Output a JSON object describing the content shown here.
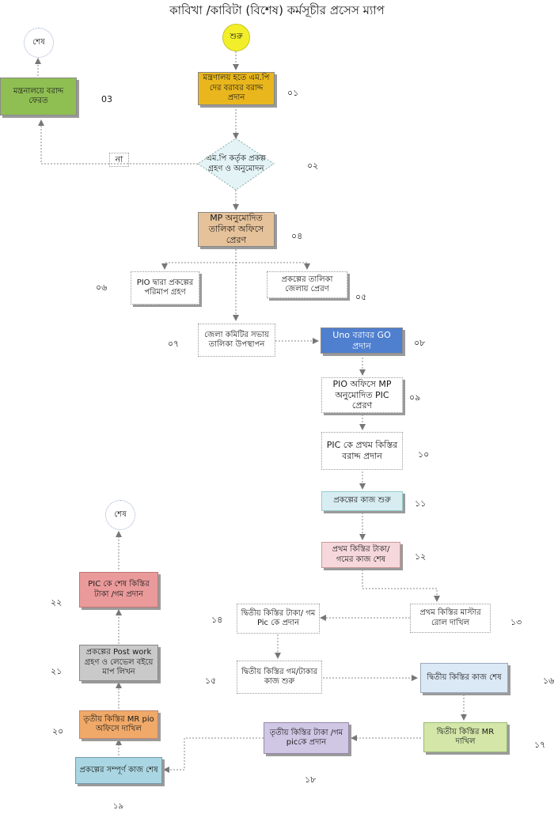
{
  "title": "কাবিখা /কাবিটা (বিশেষ) কর্মসূচীর প্রসেস ম্যাপ",
  "start_label": "শুরু",
  "end_label_top": "শেষ",
  "end_label_bottom": "শেষ",
  "no_label": "না",
  "steps": {
    "s01": {
      "text": "মন্ত্রণালয় হতে এম.পি দের বরাবর বরাদ্দ প্রদান",
      "num": "০১"
    },
    "s02": {
      "text": "এম.পি কর্তৃক প্রকল্প গ্রহণ ও অনুমোদন",
      "num": "০২"
    },
    "s03": {
      "text": "মন্ত্রনালয়ে বরাদ্দ ফেরত",
      "num": "03"
    },
    "s04": {
      "text": "MP অনুমোদিত তালিকা অফিসে প্রেরণ",
      "num": "০৪"
    },
    "s05": {
      "text": "প্রকল্পের তালিকা জেলায় প্রেরণ",
      "num": "০৫"
    },
    "s06": {
      "text": "PIO দ্বারা প্রকল্পের পরিমাপ গ্রহণ",
      "num": "০৬"
    },
    "s07": {
      "text": "জেলা কমিটির সভায় তালিকা উপস্থাপন",
      "num": "০৭"
    },
    "s08": {
      "text": "Uno বরাবর GO প্রদান",
      "num": "০৮"
    },
    "s09": {
      "text": "PIO অফিসে MP অনুমোদিত PIC প্রেরণ",
      "num": "০৯"
    },
    "s10": {
      "text": "PIC কে প্রথম কিস্তির বরাদ্দ প্রদান",
      "num": "১০"
    },
    "s11": {
      "text": "প্রকল্পের কাজ শুরু",
      "num": "১১"
    },
    "s12": {
      "text": "প্রথম কিস্তির টাকা/ গমের কাজ শেষ",
      "num": "১২"
    },
    "s13": {
      "text": "প্রথম কিস্তির মাস্টার রোল দাখিল",
      "num": "১৩"
    },
    "s14": {
      "text": "দ্বিতীয় কিস্তির টাকা/ গম Pic কে প্রদান",
      "num": "১৪"
    },
    "s15": {
      "text": "দ্বিতীয় কিস্তির গম/টাকার কাজ শুরু",
      "num": "১৫"
    },
    "s16": {
      "text": "দ্বিতীয় কিস্তির কাজ শেষ",
      "num": "১৬"
    },
    "s17": {
      "text": "দ্বিতীয় কিস্তির MR দাখিল",
      "num": "১৭"
    },
    "s18": {
      "text": "তৃতীয় কিস্তির টাকা /গম picকে প্রদান",
      "num": "১৮"
    },
    "s19": {
      "text": "প্রকল্পের সম্পূর্ণ কাজ শেষ",
      "num": "১৯"
    },
    "s20": {
      "text": "তৃতীয় কিস্তির MR pio অফিসে দাখিল",
      "num": "২০"
    },
    "s21": {
      "text": "প্রকল্পের Post work গ্রহণ ও লেভেল বইয়ে মাপ লিখন",
      "num": "২১"
    },
    "s22": {
      "text": "PIC কে শেষ কিস্তির টাকা /গম প্রদান",
      "num": "২২"
    }
  },
  "colors": {
    "start": "#f2ee2a",
    "s01": "#e9b71d",
    "s03": "#8fbf52",
    "s04": "#e6c29a",
    "s08": "#4f7fcf",
    "s11": "#d8edf2",
    "s12": "#f6d8dc",
    "s16": "#dbe8f5",
    "s17": "#d4e6a8",
    "s18": "#cfc7e4",
    "s19": "#a9d6e2",
    "s20": "#f0a968",
    "s21": "#c9c9c9",
    "s22": "#ea9a9a"
  }
}
